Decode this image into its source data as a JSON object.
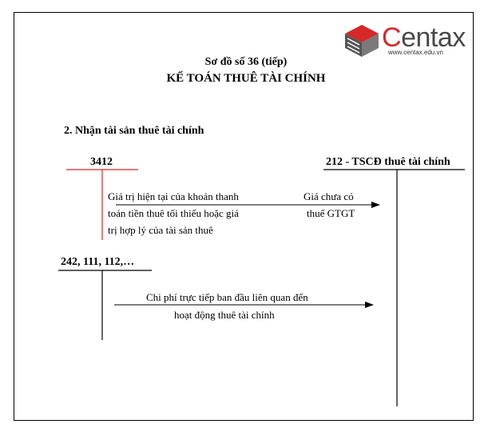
{
  "logo": {
    "brand_c": "C",
    "brand_rest": "entax",
    "url": "www.centax.edu.vn",
    "colors": {
      "accent": "#d62828",
      "text": "#4a4a4a"
    }
  },
  "header": {
    "subtitle": "Sơ đồ số 36 (tiếp)",
    "title": "KẾ TOÁN THUÊ TÀI CHÍNH"
  },
  "section": {
    "heading": "2. Nhận tài sản thuê tài chính"
  },
  "accounts": {
    "left_top": "3412",
    "right": "212 - TSCĐ thuê tài chính",
    "left_bottom": "242, 111, 112,…"
  },
  "flows": {
    "flow1": {
      "lines": [
        "Giá trị hiện tại của khoản thanh",
        "toán tiền thuê tối thiểu hoặc giá",
        "trị hợp lý của tài sản thuê"
      ],
      "side_lines": [
        "Giá chưa có",
        "thuế GTGT"
      ]
    },
    "flow2": {
      "lines": [
        "Chi phí trực tiếp ban đầu liên quan đến",
        "hoạt động thuê tài chính"
      ]
    }
  }
}
